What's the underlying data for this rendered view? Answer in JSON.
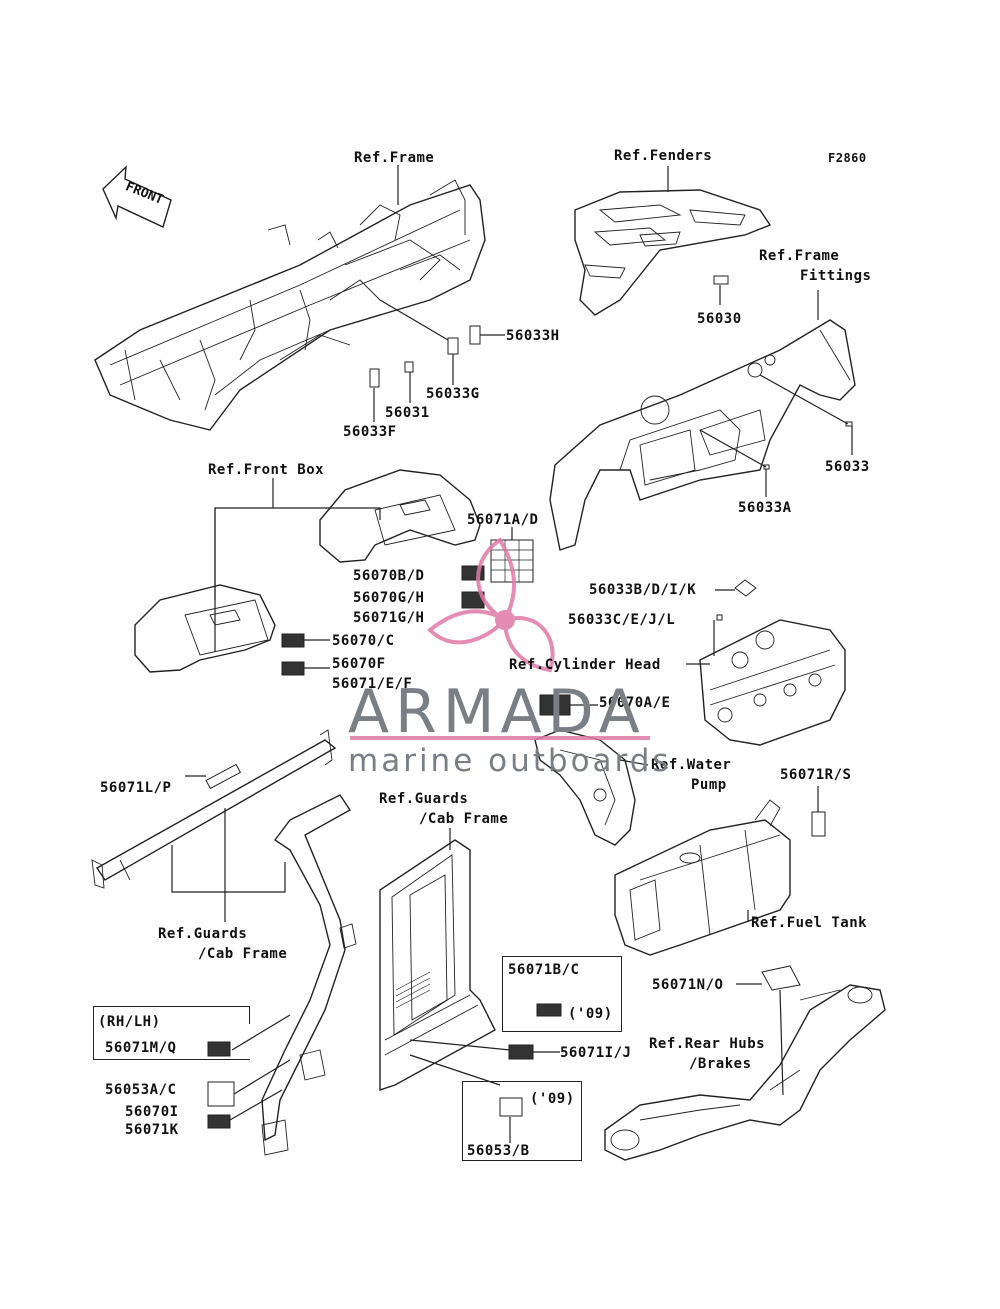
{
  "figure_code": "F2860",
  "front_arrow": "FRONT",
  "labels": {
    "ref_frame": "Ref.Frame",
    "ref_fenders": "Ref.Fenders",
    "ref_frame_fittings_1": "Ref.Frame",
    "ref_frame_fittings_2": "Fittings",
    "p56033H": "56033H",
    "p56030": "56030",
    "p56033G": "56033G",
    "p56031": "56031",
    "p56033F": "56033F",
    "p56033": "56033",
    "p56033A": "56033A",
    "ref_front_box": "Ref.Front Box",
    "p56071AD": "56071A/D",
    "p56070BD": "56070B/D",
    "p56070GH": "56070G/H",
    "p56071GH": "56071G/H",
    "p56070C": "56070/C",
    "p56070F": "56070F",
    "p56071EF": "56071/E/F",
    "p56033BDIK": "56033B/D/I/K",
    "p56033CEJL": "56033C/E/J/L",
    "ref_cylinder_head": "Ref.Cylinder Head",
    "p56070AE": "56070A/E",
    "ref_water_pump_1": "Ref.Water",
    "ref_water_pump_2": "Pump",
    "p56071RS": "56071R/S",
    "p56071LP": "56071L/P",
    "ref_guards_cab_1": "Ref.Guards",
    "ref_guards_cab_2": "/Cab Frame",
    "ref_guards_cab_left_1": "Ref.Guards",
    "ref_guards_cab_left_2": "/Cab Frame",
    "ref_fuel_tank": "Ref.Fuel Tank",
    "p56071BC": "56071B/C",
    "year_09_a": "('09)",
    "p56071NO": "56071N/O",
    "rh_lh": "(RH/LH)",
    "p56071MQ": "56071M/Q",
    "p56071IJ": "56071I/J",
    "ref_rear_hubs_1": "Ref.Rear Hubs",
    "ref_rear_hubs_2": "/Brakes",
    "p56053AC": "56053A/C",
    "p56070I": "56070I",
    "p56071K": "56071K",
    "year_09_b": "('09)",
    "p56053B": "56053/B"
  },
  "watermark": {
    "title": "ARMADA",
    "subtitle": "marine outboards",
    "logo_color": "#e07aa8",
    "text_color": "#7a7f86"
  }
}
